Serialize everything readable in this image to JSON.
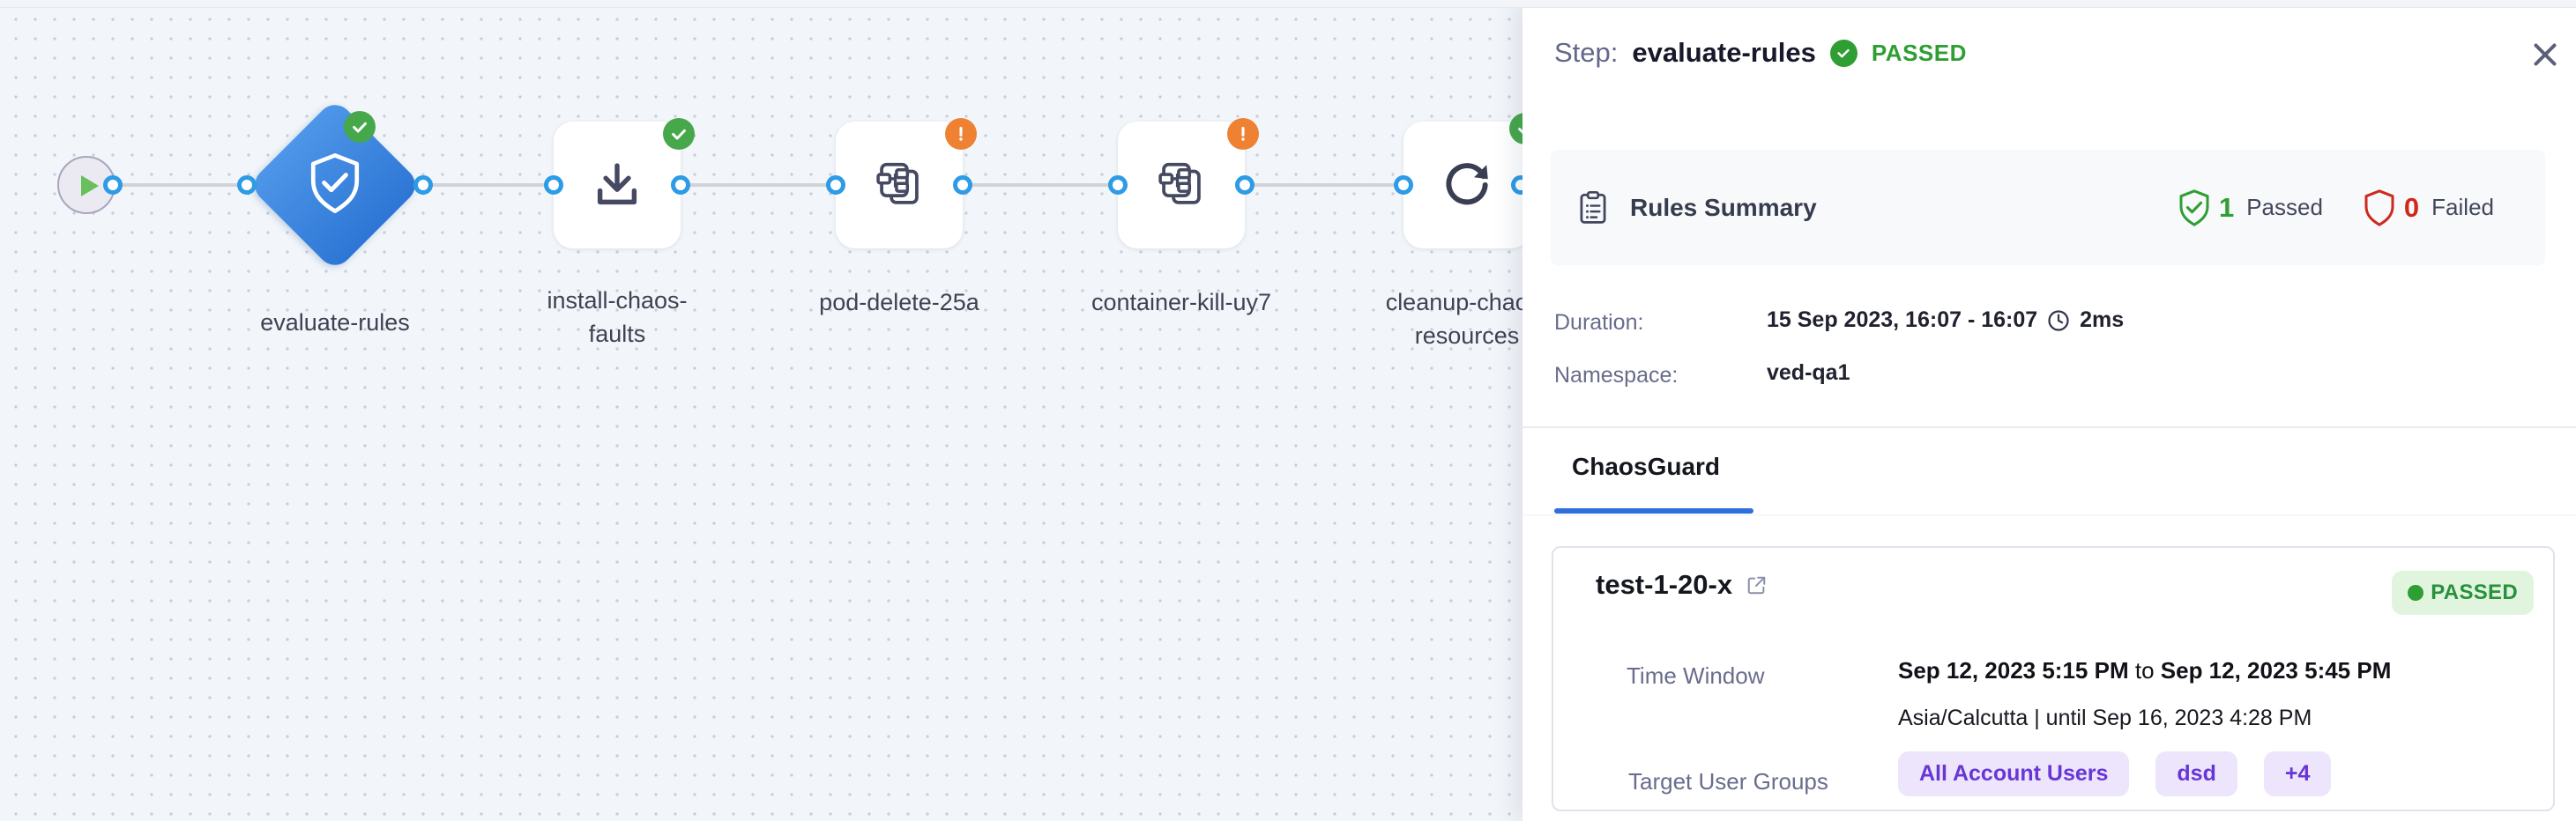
{
  "canvas": {
    "nodes": [
      {
        "id": "start",
        "type": "start",
        "icon": "play-icon"
      },
      {
        "id": "evaluate-rules",
        "label": "evaluate-rules",
        "shape": "diamond",
        "status": "passed",
        "icon": "shield-check-icon"
      },
      {
        "id": "install-chaos-faults",
        "label_line1": "install-chaos-",
        "label_line2": "faults",
        "status": "passed",
        "icon": "download-icon"
      },
      {
        "id": "pod-delete-25a",
        "label": "pod-delete-25a",
        "status": "warning",
        "icon": "chaos-fault-icon"
      },
      {
        "id": "container-kill-uy7",
        "label": "container-kill-uy7",
        "status": "warning",
        "icon": "chaos-fault-icon"
      },
      {
        "id": "cleanup-chaos-resources",
        "label_line1": "cleanup-chaos-",
        "label_line2": "resources",
        "status": "passed",
        "icon": "refresh-icon"
      }
    ]
  },
  "panel": {
    "header": {
      "prefix": "Step:",
      "name": "evaluate-rules",
      "status": "PASSED"
    },
    "close_icon": "close-icon",
    "rules_summary": {
      "title": "Rules Summary",
      "icon": "clipboard-icon",
      "passed_count": "1",
      "passed_label": "Passed",
      "failed_count": "0",
      "failed_label": "Failed"
    },
    "details": {
      "duration_label": "Duration:",
      "duration_value": "15 Sep 2023, 16:07 - 16:07",
      "duration_time": "2ms",
      "namespace_label": "Namespace:",
      "namespace_value": "ved-qa1"
    },
    "tabs": [
      {
        "label": "ChaosGuard",
        "active": true
      }
    ],
    "guard_card": {
      "name": "test-1-20-x",
      "status": "PASSED",
      "time_window_label": "Time Window",
      "time_from": "Sep 12, 2023 5:15 PM",
      "time_to_word": "to",
      "time_to": "Sep 12, 2023 5:45 PM",
      "timezone_line": "Asia/Calcutta | until Sep 16, 2023 4:28 PM",
      "target_label": "Target User Groups",
      "groups": [
        "All Account Users",
        "dsd",
        "+4"
      ]
    }
  },
  "colors": {
    "passed_green": "#2f9e33",
    "failed_red": "#cf291d",
    "warning_orange": "#ef8132",
    "node_blue": "#2d76d5",
    "port_blue": "#2d9be5",
    "tab_blue": "#2f6fdb",
    "chip_purple": "#6936d6",
    "chip_bg": "#ece5fc",
    "badge_bg_green": "#e1f5de",
    "canvas_bg": "#f2f6fa"
  }
}
